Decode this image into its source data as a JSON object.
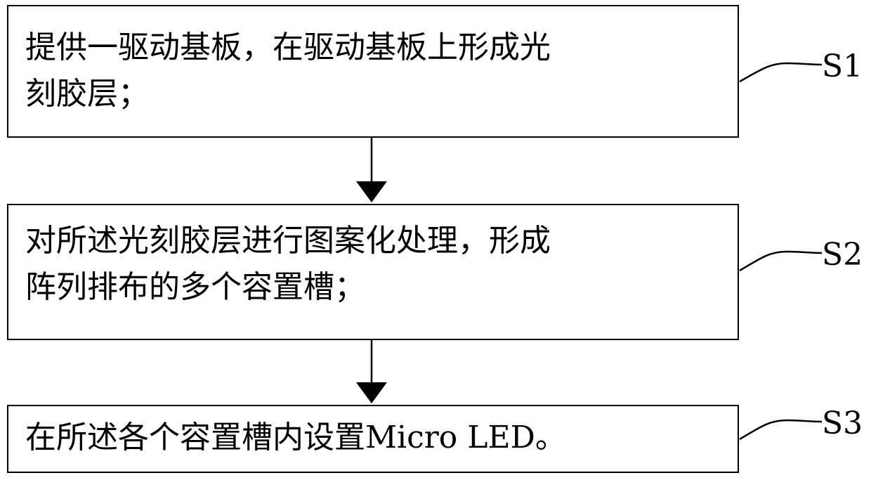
{
  "steps": [
    {
      "id": "S1",
      "lines": [
        "提供一驱动基板，在驱动基板上形成光",
        "刻胶层；"
      ]
    },
    {
      "id": "S2",
      "lines": [
        "对所述光刻胶层进行图案化处理，形成",
        "阵列排布的多个容置槽；"
      ]
    },
    {
      "id": "S3",
      "lines": [
        "在所述各个容置槽内设置Micro LED。"
      ]
    }
  ],
  "colors": {
    "stroke": "#000000",
    "background": "#ffffff"
  }
}
